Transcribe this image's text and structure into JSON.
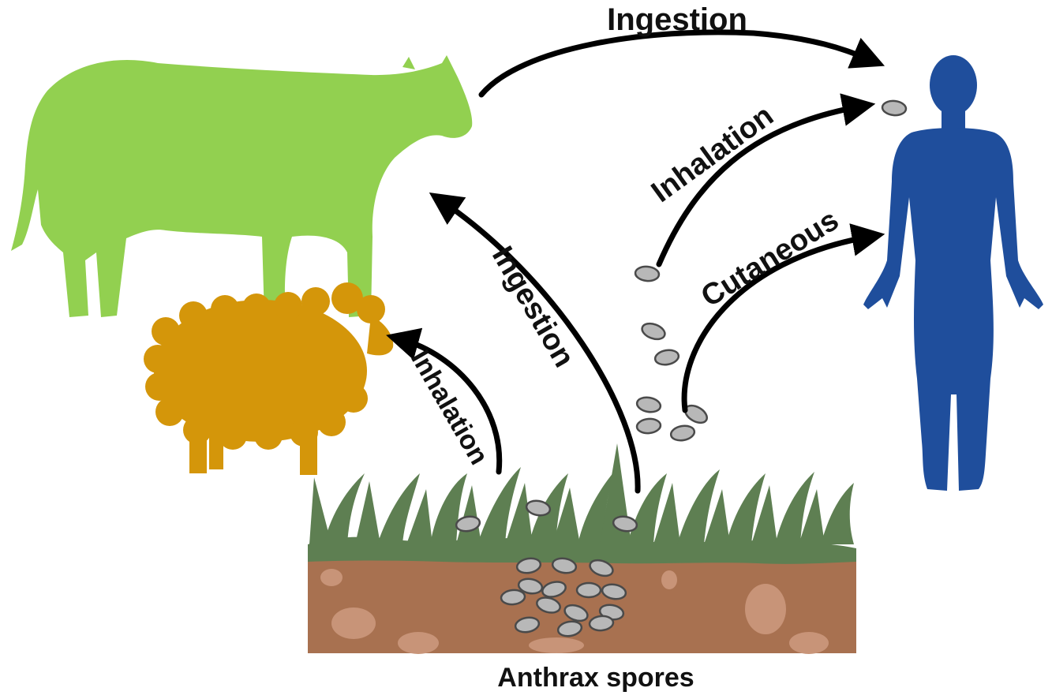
{
  "title": "Anthrax spores",
  "routes": {
    "cow_to_human": "Ingestion",
    "spores_to_human_inhalation": "Inhalation",
    "spores_to_human_cutaneous": "Cutaneous",
    "grass_to_cow": "Ingestion",
    "grass_to_sheep": "Inhalation"
  },
  "colors": {
    "cow": "#92d050",
    "sheep": "#d4960a",
    "human": "#1f4e9c",
    "grass": "#5e7f52",
    "soil": "#a87150",
    "spore": "#b8b8b8"
  },
  "icons": [
    "cow-silhouette",
    "sheep-silhouette",
    "human-silhouette",
    "grass-icon",
    "soil-icon",
    "spore-icon"
  ]
}
